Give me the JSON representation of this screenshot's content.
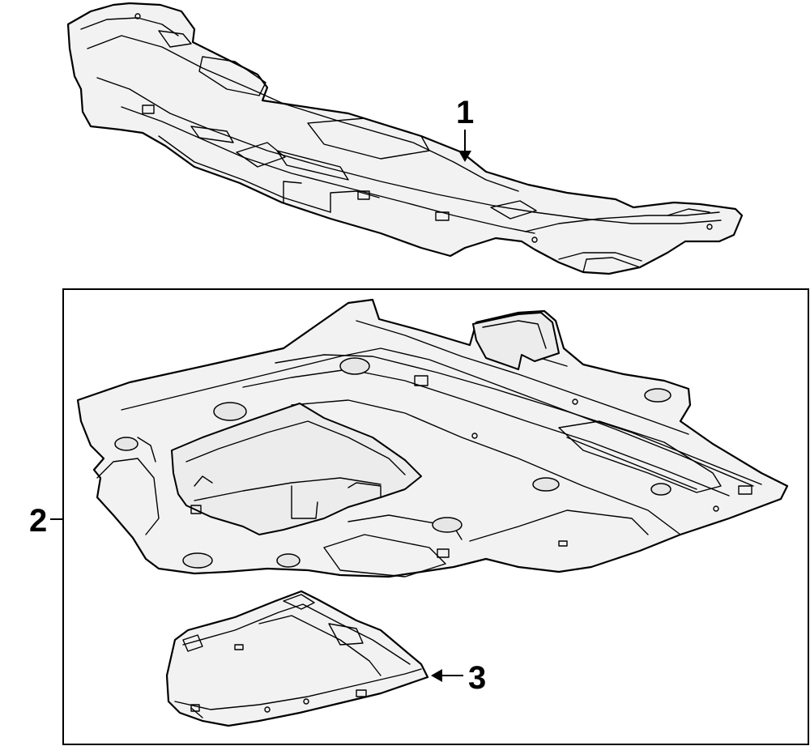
{
  "diagram": {
    "callouts": [
      {
        "id": "1",
        "label": "1"
      },
      {
        "id": "2",
        "label": "2"
      },
      {
        "id": "3",
        "label": "3"
      }
    ],
    "colors": {
      "line": "#000000",
      "part_fill": "#f2f2f2",
      "background": "#ffffff"
    }
  }
}
